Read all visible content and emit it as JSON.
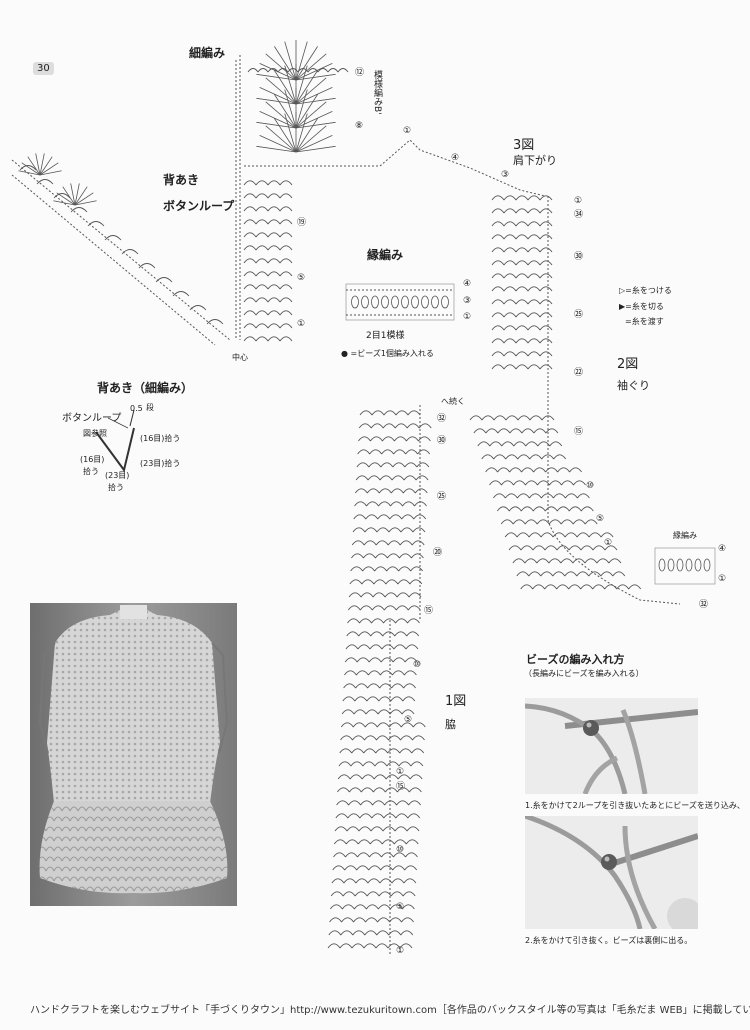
{
  "header": {
    "page_number": "30"
  },
  "labels": {
    "hosoami": "細編み",
    "moyouami_b": "模様編みB'",
    "seaki": "背あき",
    "button_loop": "ボタンループ",
    "chushin": "中心",
    "fig3_title": "3図",
    "fig3_sub": "肩下がり",
    "fuchiami": "縁編み",
    "two_stitch_repeat": "2目1模様",
    "bead_note": "● =ビーズ1個編み入れる",
    "legend_attach": "▷=糸をつける",
    "legend_cut": "▶=糸を切る",
    "legend_pass": "=糸を渡す",
    "fig2_title": "2図",
    "fig2_sub": "袖ぐり",
    "continue": "へ続く",
    "fig1_title": "1図",
    "fig1_sub": "脇",
    "fuchiami2": "縁編み"
  },
  "row_numbers": {
    "top_motif": [
      "⑫",
      "⑧",
      "①"
    ],
    "shoulder": [
      "④",
      "③"
    ],
    "left_column": [
      "⑲",
      "⑤",
      "①"
    ],
    "right_column": [
      "①",
      "㉞",
      "㉚",
      "㉕",
      "㉒",
      "⑮",
      "⑩",
      "⑤",
      "①"
    ],
    "side_column": [
      "㉜",
      "㉚",
      "㉕",
      "⑳",
      "⑮",
      "⑩",
      "⑤",
      "①",
      "⑮",
      "⑩",
      "⑤",
      "①"
    ],
    "edging_box": [
      "④",
      "③",
      "①"
    ],
    "armhole_edging": [
      "④",
      "①",
      "㉜"
    ]
  },
  "back_opening": {
    "title": "背あき（細編み）",
    "button_loop": "ボタンループ",
    "ref_fig": "図参照",
    "dim_1": "0.5",
    "dim_1_unit": "段",
    "dim_top": "(16目)拾う",
    "dim_left": "(16目)",
    "dim_left_unit": "拾う",
    "dim_right": "(23目)拾う",
    "dim_bottom": "(23目)",
    "dim_bottom_unit": "拾う"
  },
  "bead_section": {
    "title": "ビーズの編み入れ方",
    "subtitle": "（長編みにビーズを編み入れる）",
    "step1": "1.糸をかけて2ループを引き抜いたあとにビーズを送り込み、",
    "step2": "2.糸をかけて引き抜く。ビーズは裏側に出る。"
  },
  "footer": {
    "text": "ハンドクラフトを楽しむウェブサイト「手づくりタウン」http://www.tezukuritown.com［各作品のバックスタイル等の写真は「毛糸だま WEB」に掲載しています］"
  }
}
